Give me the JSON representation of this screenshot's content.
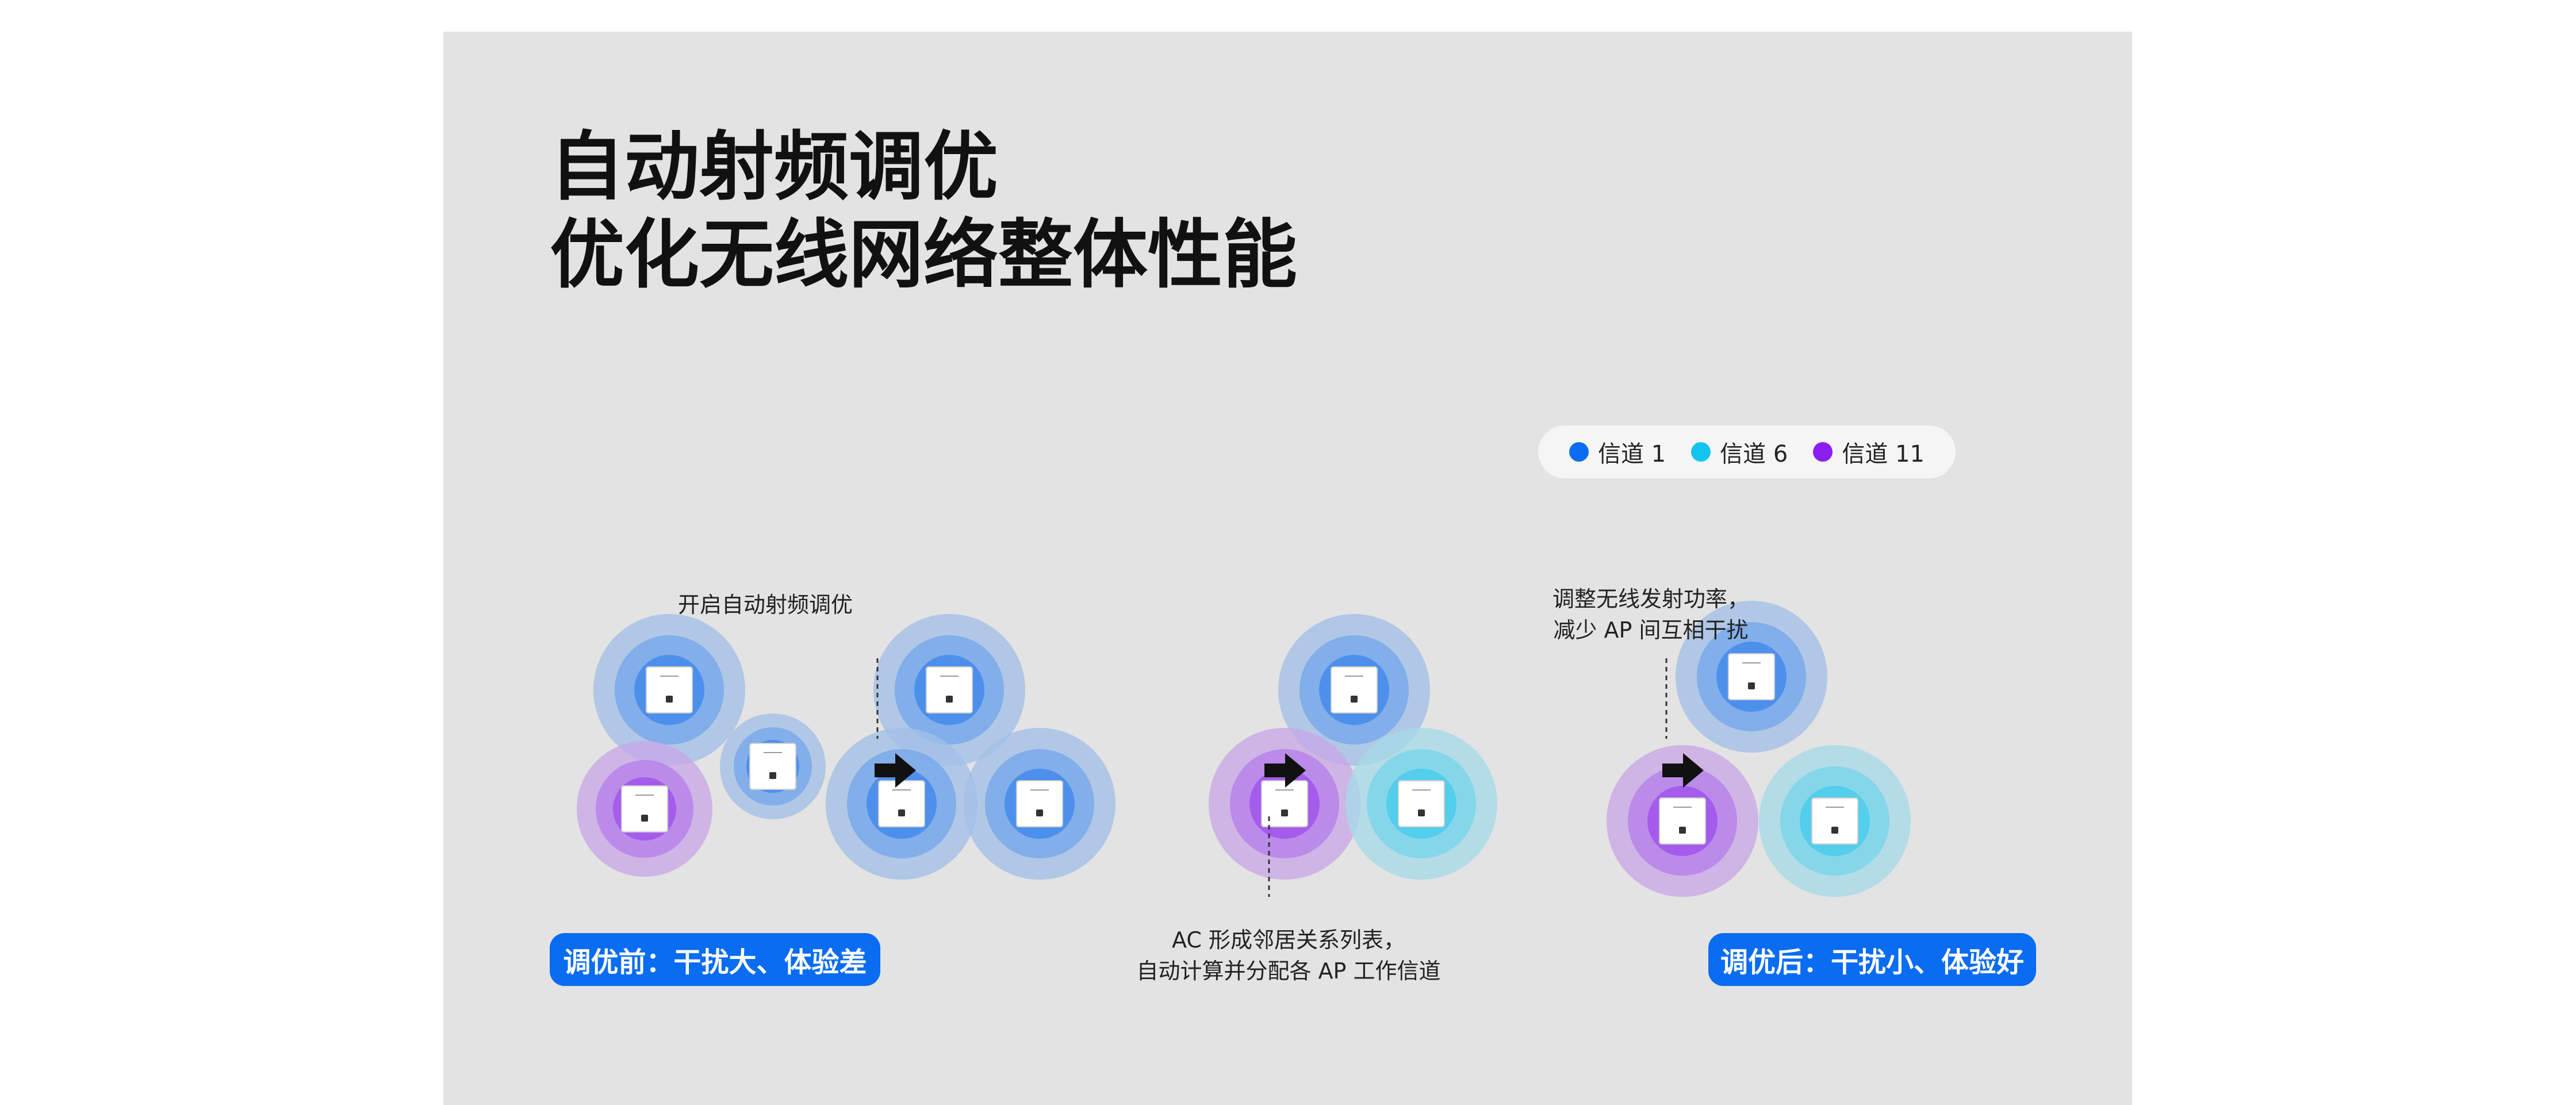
{
  "colors": {
    "background": "#e3e3e3",
    "accent": "#0a6cf0",
    "channel_1": "#0a6cf0",
    "channel_6": "#14c4f0",
    "channel_11": "#8a1ff0"
  },
  "title": {
    "line1": "自动射频调优",
    "line2": "优化无线网络整体性能"
  },
  "legend": {
    "items": [
      {
        "label": "信道 1",
        "color": "#0a6cf0"
      },
      {
        "label": "信道 6",
        "color": "#14c4f0"
      },
      {
        "label": "信道 11",
        "color": "#8a1ff0"
      }
    ]
  },
  "captions": {
    "enable_rf": "开启自动射频调优",
    "neighbor": {
      "line1": "AC 形成邻居关系列表，",
      "line2": "自动计算并分配各 AP 工作信道"
    },
    "power": {
      "line1": "调整无线发射功率，",
      "line2": "减少 AP 间互相干扰"
    }
  },
  "badges": {
    "before": "调优前：干扰大、体验差",
    "after": "调优后：干扰小、体验好"
  },
  "stages": [
    {
      "stage": "before",
      "aps": [
        {
          "channel": "channel_1",
          "signal": "large"
        },
        {
          "channel": "channel_1",
          "signal": "small"
        },
        {
          "channel": "channel_11",
          "signal": "medium"
        }
      ]
    },
    {
      "stage": "channel-assigned",
      "aps": [
        {
          "channel": "channel_1",
          "signal": "large"
        },
        {
          "channel": "channel_1",
          "signal": "large"
        },
        {
          "channel": "channel_1",
          "signal": "large"
        }
      ]
    },
    {
      "stage": "power-adjusted",
      "aps": [
        {
          "channel": "channel_1",
          "signal": "large"
        },
        {
          "channel": "channel_11",
          "signal": "large"
        },
        {
          "channel": "channel_6",
          "signal": "large"
        }
      ]
    },
    {
      "stage": "after",
      "aps": [
        {
          "channel": "channel_1",
          "signal": "large"
        },
        {
          "channel": "channel_11",
          "signal": "large"
        },
        {
          "channel": "channel_6",
          "signal": "large"
        }
      ]
    }
  ]
}
